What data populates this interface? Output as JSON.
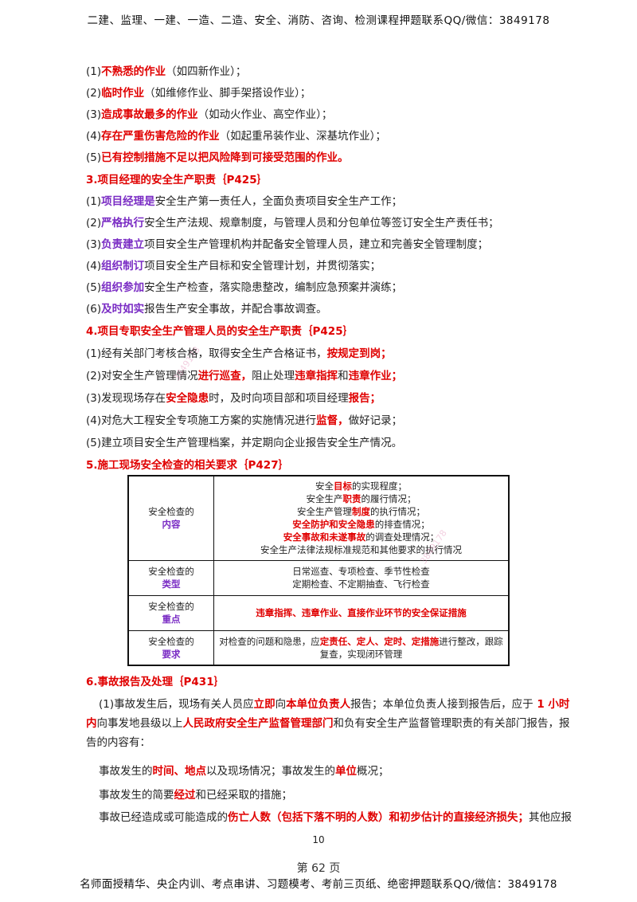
{
  "header": "二建、监理、一建、一造、二造、安全、消防、咨询、检测课程押题联系QQ/微信：3849178",
  "footer": "名师面授精华、央企内训、考点串讲、习题模考、考前三页纸、绝密押题联系QQ/微信：3849178",
  "page_number": "10",
  "page_label": "第 62 页",
  "watermark": "3849178",
  "items_top": [
    {
      "n": "(1)",
      "hl": "不熟悉的作业",
      "rest": "（如四新作业）；"
    },
    {
      "n": "(2)",
      "hl": "临时作业",
      "rest": "（如维修作业、脚手架搭设作业）；"
    },
    {
      "n": "(3)",
      "hl": "造成事故最多的作业",
      "rest": "（如动火作业、高空作业）；"
    },
    {
      "n": "(4)",
      "hl": "存在严重伤害危险的作业",
      "rest": "（如起重吊装作业、深基坑作业）；"
    },
    {
      "n": "(5)",
      "hl": "已有控制措施不足以把风险降到可接受范围的作业。",
      "rest": ""
    }
  ],
  "section3": {
    "title": "3.项目经理的安全生产职责｛P425｝",
    "items": [
      {
        "n": "(1)",
        "hl": "项目经理是",
        "rest": "安全生产第一责任人，全面负责项目安全生产工作；"
      },
      {
        "n": "(2)",
        "hl": "严格执行",
        "rest": "安全生产法规、规章制度，与管理人员和分包单位等签订安全生产责任书；"
      },
      {
        "n": "(3)",
        "hl": "负责建立",
        "rest": "项目安全生产管理机构并配备安全管理人员，建立和完善安全管理制度；"
      },
      {
        "n": "(4)",
        "hl": "组织制订",
        "rest": "项目安全生产目标和安全管理计划，并贯彻落实；"
      },
      {
        "n": "(5)",
        "hl": "组织参加",
        "rest": "安全生产检查，落实隐患整改，编制应急预案并演练；"
      },
      {
        "n": "(6)",
        "hl": "及时如实",
        "rest": "报告生产安全事故，并配合事故调查。"
      }
    ]
  },
  "section4": {
    "title": "4.项目专职安全生产管理人员的安全生产职责｛P425｝",
    "l1a": "(1)经有关部门考核合格，取得安全生产合格证书，",
    "l1b": "按规定到岗；",
    "l2a": "(2)对安全生产管理情况",
    "l2b": "进行巡查，",
    "l2c": "阻止处理",
    "l2d": "违章指挥",
    "l2e": "和",
    "l2f": "违章作业；",
    "l3a": "(3)发现现场存在",
    "l3b": "安全隐患",
    "l3c": "时，及时向项目部和项目经理",
    "l3d": "报告；",
    "l4a": "(4)对危大工程安全专项施工方案的实施情况进行",
    "l4b": "监督，",
    "l4c": "做好记录；",
    "l5": "(5)建立项目安全生产管理档案，并定期向企业报告安全生产情况。"
  },
  "section5": {
    "title": "5.施工现场安全检查的相关要求｛P427｝",
    "row1_label_a": "安全检查的",
    "row1_label_b": "内容",
    "row1_l1a": "安全",
    "row1_l1b": "目标",
    "row1_l1c": "的实现程度；",
    "row1_l2a": "安全生产",
    "row1_l2b": "职责",
    "row1_l2c": "的履行情况；",
    "row1_l3a": "安全生产管理",
    "row1_l3b": "制度",
    "row1_l3c": "的执行情况；",
    "row1_l4a": "安全防护和安全隐患",
    "row1_l4b": "的排查情况；",
    "row1_l5a": "安全事故和未遂事故",
    "row1_l5b": "的调查处理情况；",
    "row1_l6": "安全生产法律法规标准规范和其他要求的执行情况",
    "row2_label_a": "安全检查的",
    "row2_label_b": "类型",
    "row2_l1": "日常巡查、专项检查、季节性检查",
    "row2_l2": "定期检查、不定期抽查、飞行检查",
    "row3_label_a": "安全检查的",
    "row3_label_b": "重点",
    "row3_text": "违章指挥、违章作业、直接作业环节的安全保证措施",
    "row4_label_a": "安全检查的",
    "row4_label_b": "要求",
    "row4_a": "对检查的问题和隐患，应",
    "row4_b": "定责任、定人、定时、定措施",
    "row4_c": "进行整改，跟踪",
    "row4_d": "复查，实现闭环管理"
  },
  "section6": {
    "title": "6.事故报告及处理｛P431｝",
    "p1a": "(1)事故发生后，现场有关人员应",
    "p1b": "立即",
    "p1c": "向",
    "p1d": "本单位负责人",
    "p1e": "报告；本单位负责人接到报告后，应于",
    "p1f": " 1 小时内",
    "p1g": "向事发地县级以上",
    "p1h": "人民政府安全生产监督管理部门",
    "p1i": "和负有安全生产监督管理职责的有关部门报告，报告的内容有：",
    "l2a": "事故发生的",
    "l2b": "时间、地点",
    "l2c": "以及现场情况；事故发生的",
    "l2d": "单位",
    "l2e": "概况；",
    "l3a": "事故发生的简要",
    "l3b": "经过",
    "l3c": "和已经采取的措施；",
    "l4a": "事故已经造成或可能造成的",
    "l4b": "伤亡人数（包括下落不明的人数）和初步估计的直接经济损失；",
    "l4c": "其他应报"
  }
}
